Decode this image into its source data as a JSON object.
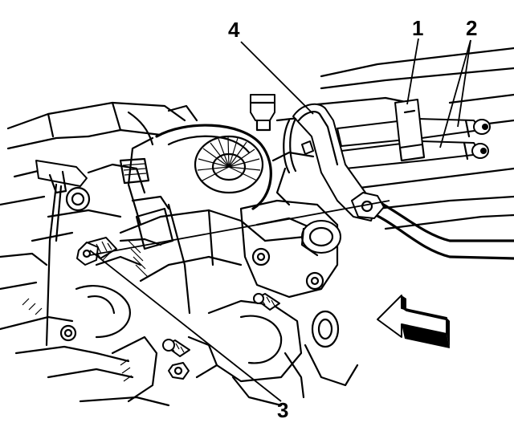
{
  "figure": {
    "colors": {
      "ink": "#000000",
      "paper": "#ffffff"
    },
    "callouts": [
      {
        "id": "c1",
        "label": "1"
      },
      {
        "id": "c2",
        "label": "2"
      },
      {
        "id": "c3",
        "label": "3"
      },
      {
        "id": "c4",
        "label": "4"
      }
    ],
    "view_arrow_icon": "direction-arrow-icon"
  }
}
